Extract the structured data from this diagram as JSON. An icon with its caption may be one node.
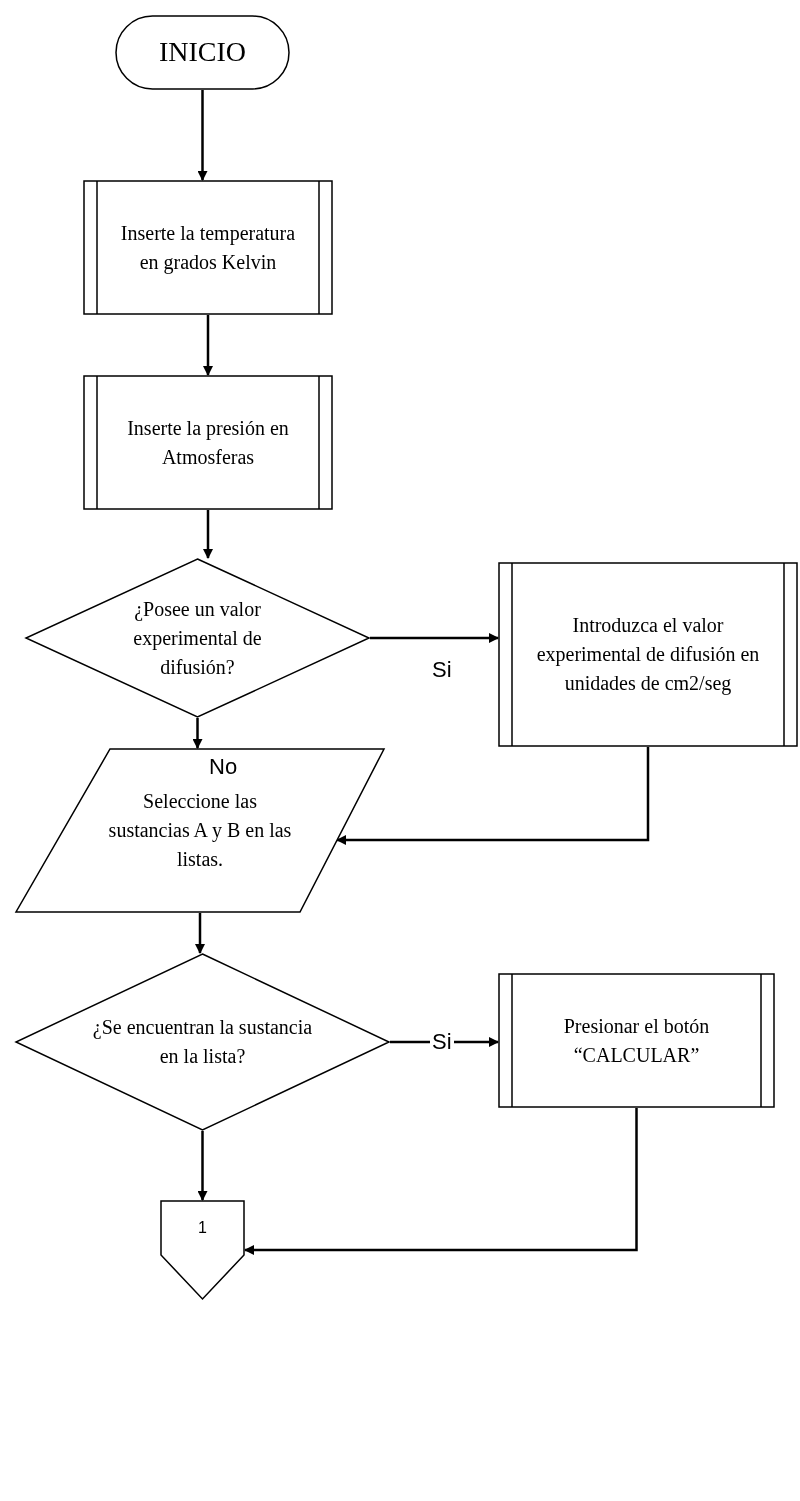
{
  "diagram": {
    "nodes": [
      {
        "text": [
          "INICIO"
        ]
      },
      {
        "text": [
          "Inserte la temperatura en grados Kelvin"
        ]
      },
      {
        "text": [
          "Inserte la presión en Atmosferas"
        ]
      },
      {
        "text": [
          "¿Posee un valor experimental de difusión?"
        ]
      },
      {
        "text": [
          "Introduzca el valor experimental de difusión en unidades de cm2/seg"
        ]
      },
      {
        "text": [
          "Seleccione las sustancias A y B en las listas."
        ]
      },
      {
        "text": [
          "¿Se encuentran la sustancia en la lista?"
        ]
      },
      {
        "text": [
          "Presionar el botón “CALCULAR”"
        ]
      },
      {
        "text": [
          "1"
        ]
      }
    ],
    "edges": [
      {
        "from": 0,
        "to": 1,
        "arrow": "to"
      },
      {
        "from": 1,
        "to": 2,
        "arrow": "to"
      },
      {
        "from": 2,
        "to": 3,
        "arrow": "to"
      },
      {
        "from": 3,
        "to": 4,
        "arrow": "to",
        "label": "Si"
      },
      {
        "from": 3,
        "to": 5,
        "arrow": "to",
        "label": "No"
      },
      {
        "from": 4,
        "to": 5,
        "arrow": "to"
      },
      {
        "from": 5,
        "to": 6,
        "arrow": "to"
      },
      {
        "from": 6,
        "to": 7,
        "arrow": "to",
        "label": "Si"
      },
      {
        "from": 6,
        "to": 8,
        "arrow": "to"
      },
      {
        "from": 7,
        "to": 8,
        "arrow": "to"
      }
    ]
  }
}
